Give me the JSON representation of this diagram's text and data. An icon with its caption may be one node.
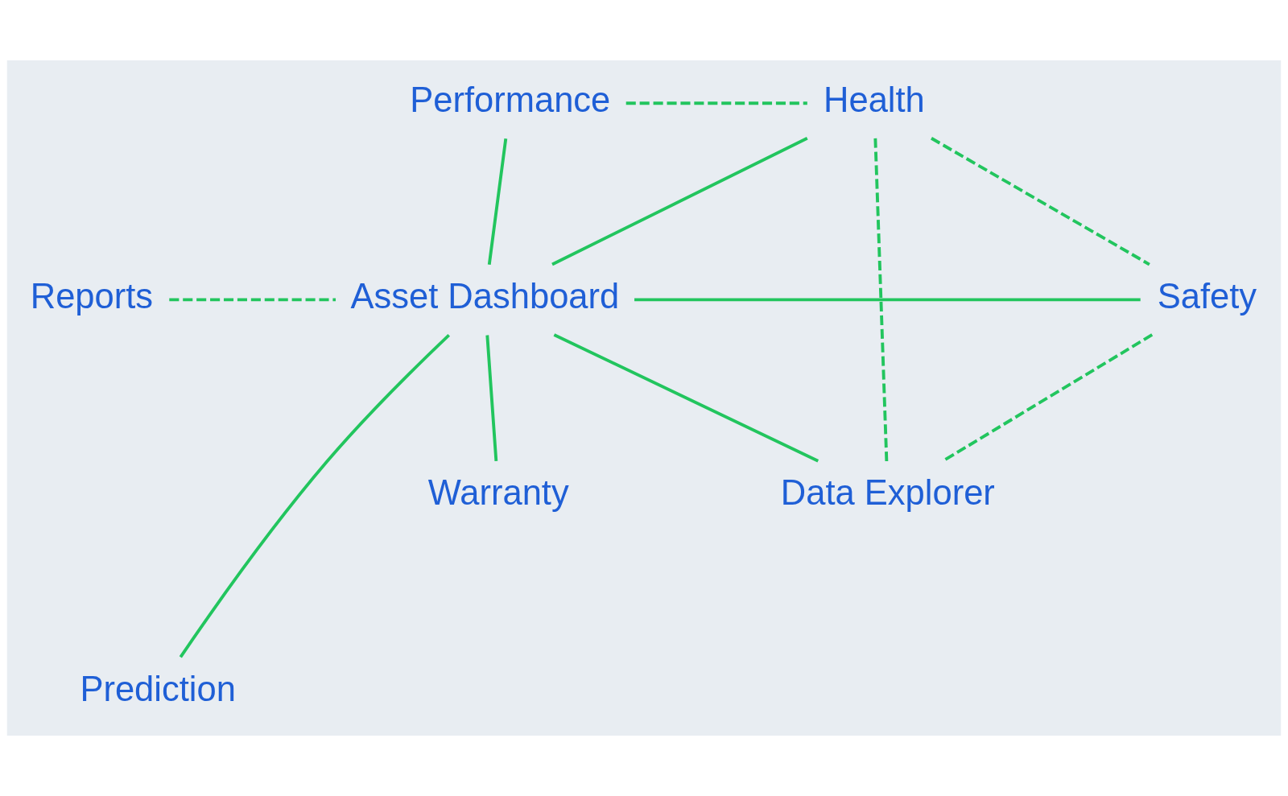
{
  "diagram": {
    "nodes": [
      {
        "text": [
          "Performance"
        ]
      },
      {
        "text": [
          "Health"
        ]
      },
      {
        "text": [
          "Reports"
        ]
      },
      {
        "text": [
          "Asset Dashboard"
        ]
      },
      {
        "text": [
          "Safety"
        ]
      },
      {
        "text": [
          "Warranty"
        ]
      },
      {
        "text": [
          "Data Explorer"
        ]
      },
      {
        "text": [
          "Prediction"
        ]
      }
    ],
    "edges": [
      {
        "from": 0,
        "to": 1,
        "arrow": "none",
        "style": "dashed"
      },
      {
        "from": 0,
        "to": 3,
        "arrow": "none"
      },
      {
        "from": 1,
        "to": 3,
        "arrow": "none"
      },
      {
        "from": 1,
        "to": 4,
        "arrow": "none",
        "style": "dashed"
      },
      {
        "from": 1,
        "to": 6,
        "arrow": "none",
        "style": "dashed"
      },
      {
        "from": 2,
        "to": 3,
        "arrow": "none",
        "style": "dashed"
      },
      {
        "from": 3,
        "to": 4,
        "arrow": "none"
      },
      {
        "from": 3,
        "to": 5,
        "arrow": "none"
      },
      {
        "from": 3,
        "to": 7,
        "arrow": "none"
      },
      {
        "from": 3,
        "to": 6,
        "arrow": "none"
      },
      {
        "from": 4,
        "to": 6,
        "arrow": "none",
        "style": "dashed"
      }
    ]
  }
}
